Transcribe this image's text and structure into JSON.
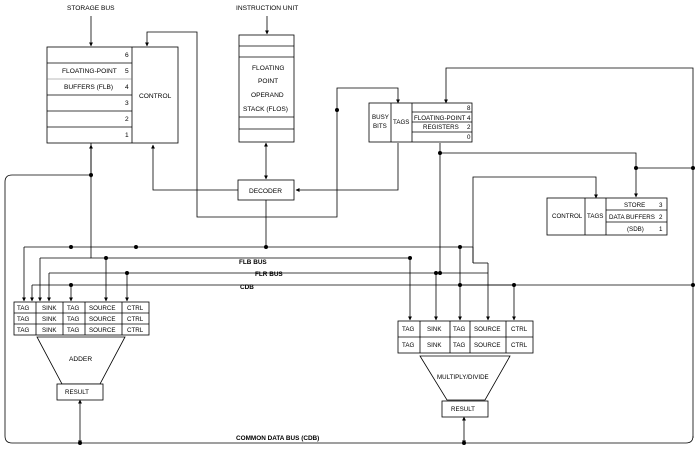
{
  "labels": {
    "storage_bus": "STORAGE BUS",
    "instruction_unit": "INSTRUCTION UNIT",
    "flb_bus": "FLB BUS",
    "flr_bus": "FLR BUS",
    "cdb": "CDB",
    "common_data_bus": "COMMON DATA BUS (CDB)"
  },
  "flb": {
    "control": "CONTROL",
    "name_lines": [
      "FLOATING-POINT",
      "BUFFERS (FLB)"
    ],
    "numbers": [
      "6",
      "5",
      "4",
      "3",
      "2",
      "1"
    ]
  },
  "flos": {
    "lines": [
      "FLOATING",
      "POINT",
      "OPERAND",
      "STACK (FLOS)"
    ]
  },
  "decoder": {
    "label": "DECODER"
  },
  "flr": {
    "busy_bits": [
      "BUSY",
      "BITS"
    ],
    "tags": "TAGS",
    "name_lines": [
      "FLOATING-POINT",
      "REGISTERS"
    ],
    "numbers": [
      "8",
      "4",
      "2",
      "0"
    ]
  },
  "sdb": {
    "control": "CONTROL",
    "tags": "TAGS",
    "name_lines": [
      "STORE",
      "DATA BUFFERS",
      "(SDB)"
    ],
    "numbers": [
      "3",
      "2",
      "1"
    ]
  },
  "adder_station": {
    "headers": [
      "TAG",
      "SINK",
      "TAG",
      "SOURCE",
      "CTRL"
    ],
    "rows": 3,
    "unit": "ADDER",
    "result": "RESULT"
  },
  "muldiv_station": {
    "headers": [
      "TAG",
      "SINK",
      "TAG",
      "SOURCE",
      "CTRL"
    ],
    "rows": 2,
    "unit": "MULTIPLY/DIVIDE",
    "result": "RESULT"
  }
}
